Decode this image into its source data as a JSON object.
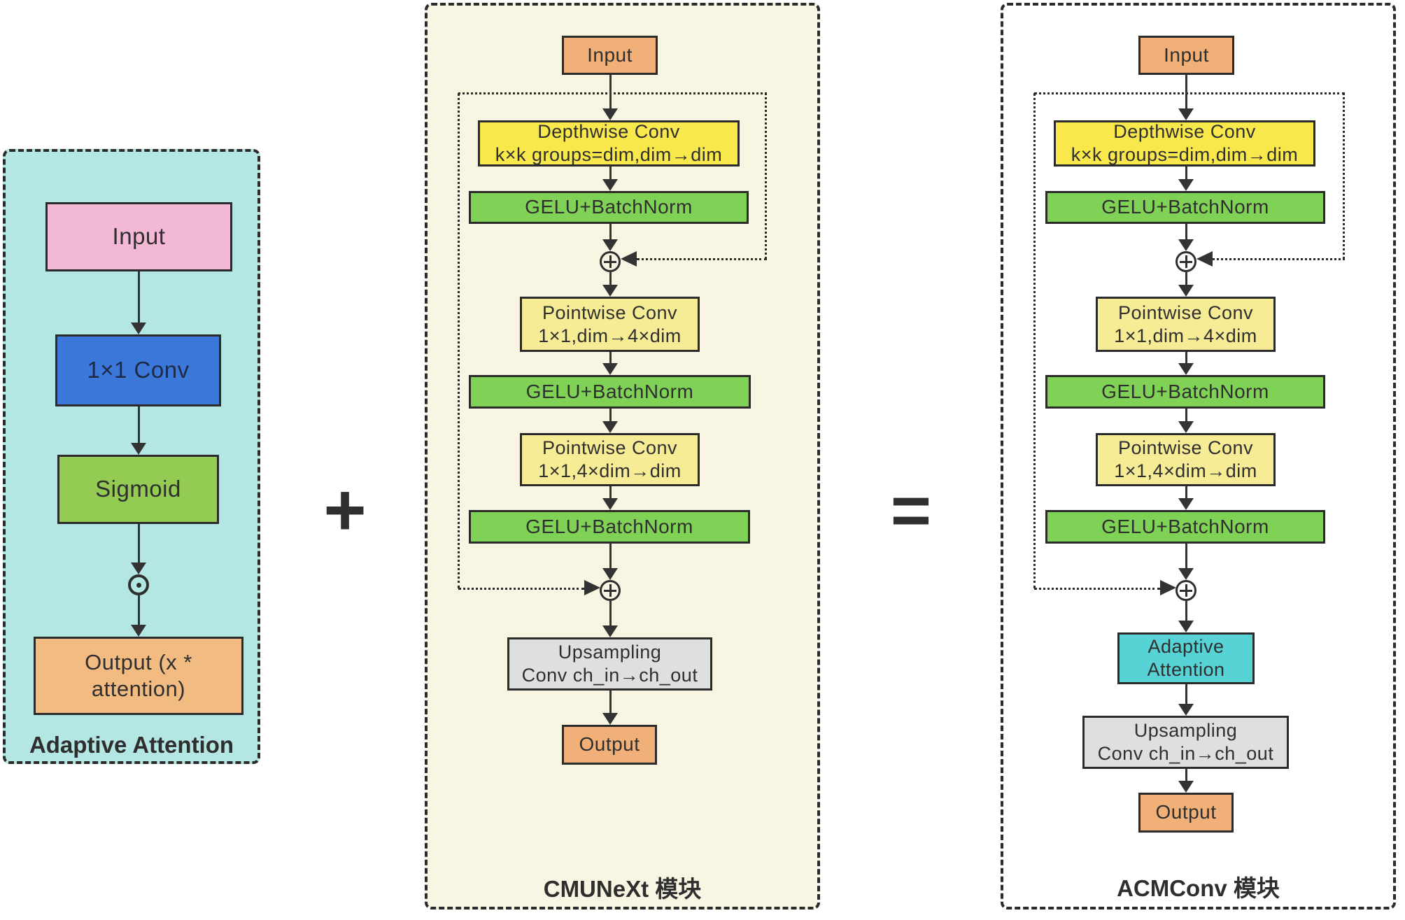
{
  "operators": {
    "plus": "+",
    "equals": "="
  },
  "left_panel": {
    "title": "Adaptive Attention",
    "input": "Input",
    "conv": "1×1 Conv",
    "sigmoid": "Sigmoid",
    "output": "Output (x * attention)"
  },
  "middle_panel": {
    "title": "CMUNeXt 模块",
    "input": "Input",
    "depthwise_l1": "Depthwise Conv",
    "depthwise_l2": "k×k groups=dim,dim→dim",
    "gelu": "GELU+BatchNorm",
    "pointwise1_l1": "Pointwise Conv",
    "pointwise1_l2": "1×1,dim→4×dim",
    "pointwise2_l1": "Pointwise Conv",
    "pointwise2_l2": "1×1,4×dim→dim",
    "upsampling_l1": "Upsampling",
    "upsampling_l2": "Conv ch_in→ch_out",
    "output": "Output"
  },
  "right_panel": {
    "title": "ACMConv 模块",
    "input": "Input",
    "depthwise_l1": "Depthwise Conv",
    "depthwise_l2": "k×k groups=dim,dim→dim",
    "gelu": "GELU+BatchNorm",
    "pointwise1_l1": "Pointwise Conv",
    "pointwise1_l2": "1×1,dim→4×dim",
    "pointwise2_l1": "Pointwise Conv",
    "pointwise2_l2": "1×1,4×dim→dim",
    "adaptive_l1": "Adaptive",
    "adaptive_l2": "Attention",
    "upsampling_l1": "Upsampling",
    "upsampling_l2": "Conv ch_in→ch_out",
    "output": "Output"
  },
  "icons": {
    "elementwise_add": "circle-plus",
    "elementwise_multiply": "circle-dot"
  },
  "colors": {
    "left_panel_bg": "#b4e6e4",
    "middle_panel_bg": "#f8f5e2",
    "right_panel_bg": "#ffffff",
    "pink": "#f2b8d6",
    "blue": "#3c78da",
    "sigmoid_green": "#93cb53",
    "gelu_green": "#80d257",
    "depthwise_yellow": "#f9e84c",
    "pointwise_yellow": "#f6ec96",
    "orange": "#f0b077",
    "output_orange": "#f1bb82",
    "gray": "#dfdfdf",
    "teal": "#57d2d5",
    "line": "#2b2b2b"
  }
}
